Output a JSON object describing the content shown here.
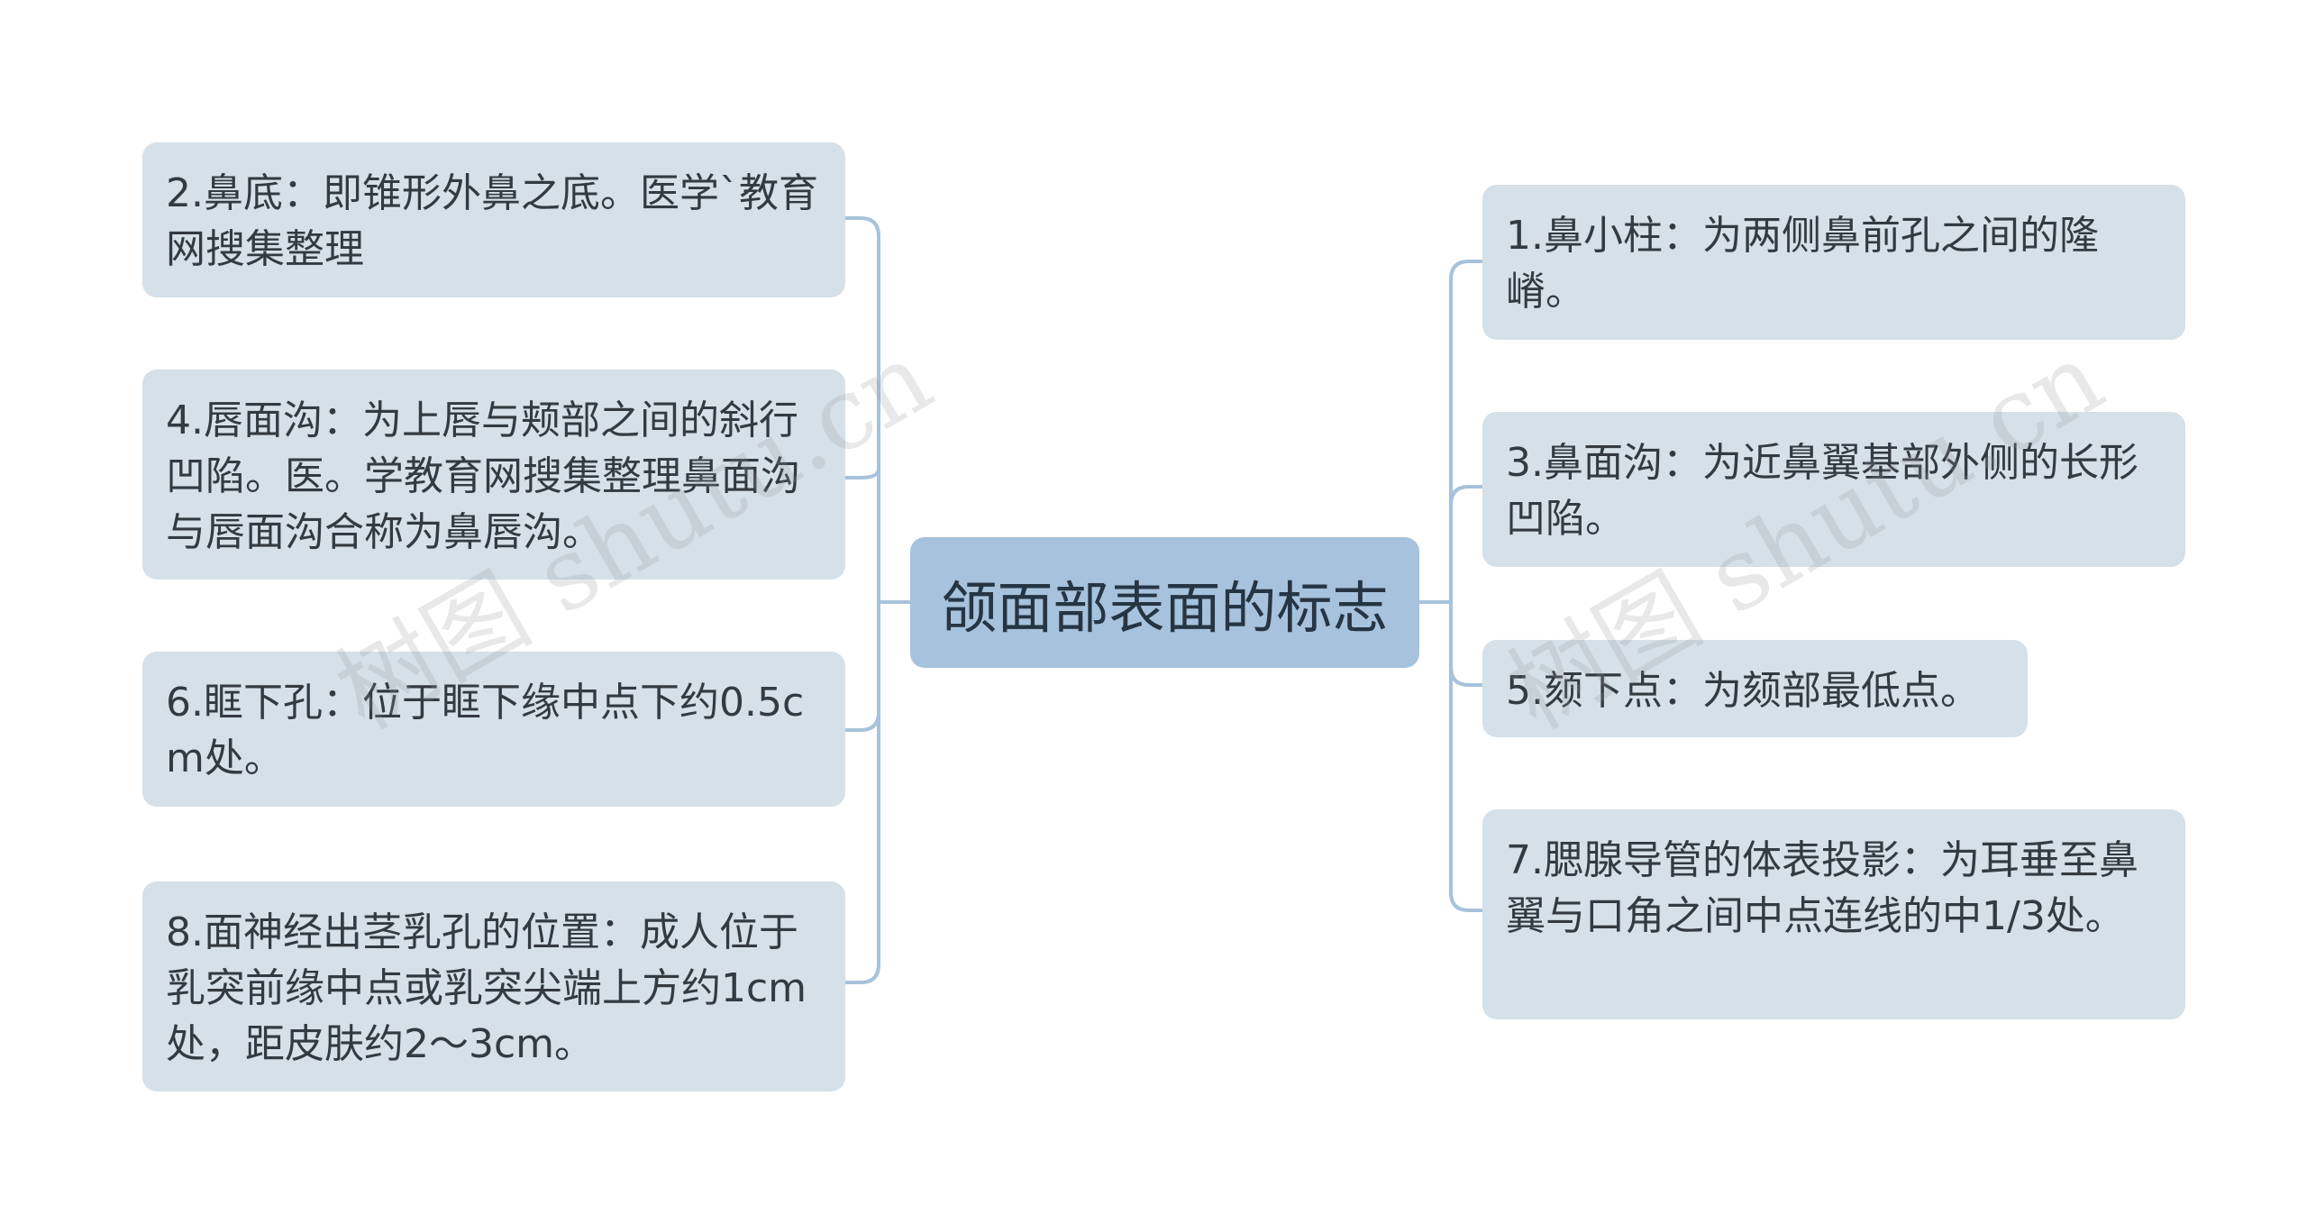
{
  "root": {
    "label": "颌面部表面的标志"
  },
  "left_nodes": [
    {
      "text": "2.鼻底：即锥形外鼻之底。医学`教育网搜集整理"
    },
    {
      "text": "4.唇面沟：为上唇与颊部之间的斜行凹陷。医。学教育网搜集整理鼻面沟与唇面沟合称为鼻唇沟。"
    },
    {
      "text": "6.眶下孔：位于眶下缘中点下约0.5cm处。"
    },
    {
      "text": "8.面神经出茎乳孔的位置：成人位于乳突前缘中点或乳突尖端上方约1cm处，距皮肤约2～3cm。"
    }
  ],
  "right_nodes": [
    {
      "text": "1.鼻小柱：为两侧鼻前孔之间的隆嵴。"
    },
    {
      "text": "3.鼻面沟：为近鼻翼基部外侧的长形凹陷。"
    },
    {
      "text": "5.颏下点：为颏部最低点。"
    },
    {
      "text": "7.腮腺导管的体表投影：为耳垂至鼻翼与口角之间中点连线的中1/3处。"
    }
  ],
  "watermarks": {
    "left": "树图 shutu.cn",
    "right": "树图 shutu.cn"
  },
  "colors": {
    "root_fill": "#a6c2dc",
    "node_fill": "#d5e0e9",
    "connector": "#a6c2dc"
  }
}
